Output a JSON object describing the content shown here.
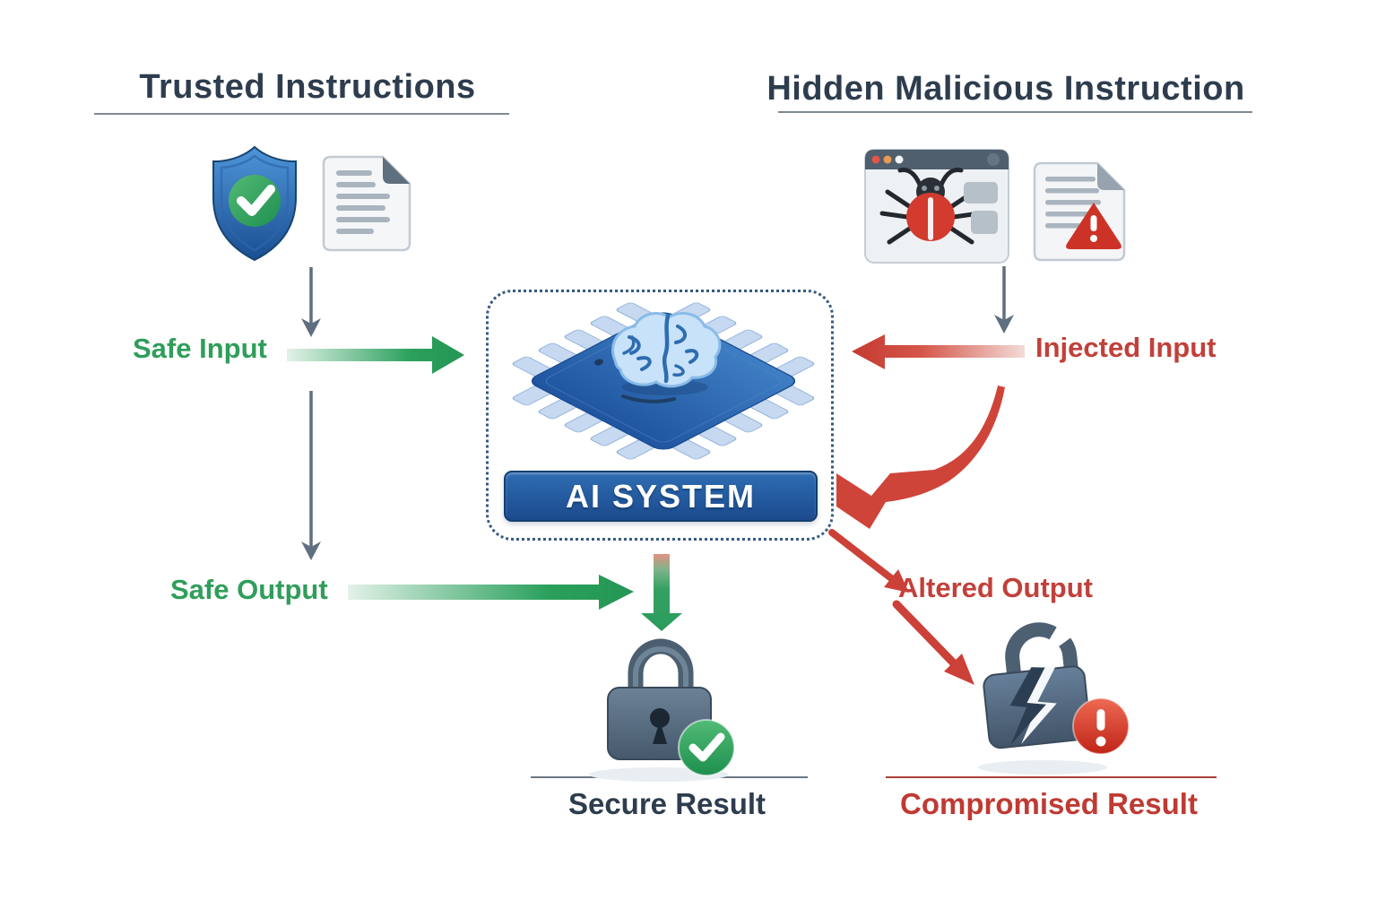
{
  "headings": {
    "left": "Trusted Instructions",
    "right": "Hidden Malicious Instruction"
  },
  "flow": {
    "safe_input": "Safe Input",
    "injected_input": "Injected Input",
    "safe_output": "Safe Output",
    "altered_output": "Altered Output",
    "secure_result": "Secure Result",
    "compromised_result": "Compromised Result"
  },
  "ai_system": {
    "banner": "AI SYSTEM"
  },
  "icons": {
    "trusted_side": [
      "shield-check-icon",
      "document-icon"
    ],
    "malicious_side": [
      "browser-bug-icon",
      "warning-document-icon"
    ],
    "center": "ai-chip-brain-icon",
    "secure_outcome": "lock-check-icon",
    "compromised_outcome": "broken-lock-alert-icon"
  },
  "colors": {
    "heading_text": "#2e3d4e",
    "safe_green": "#2f9e5a",
    "danger_red": "#c2403a",
    "arrow_gray": "#5f6e80",
    "banner_blue": "#1b4b8d",
    "dashed_border": "#35597f"
  }
}
